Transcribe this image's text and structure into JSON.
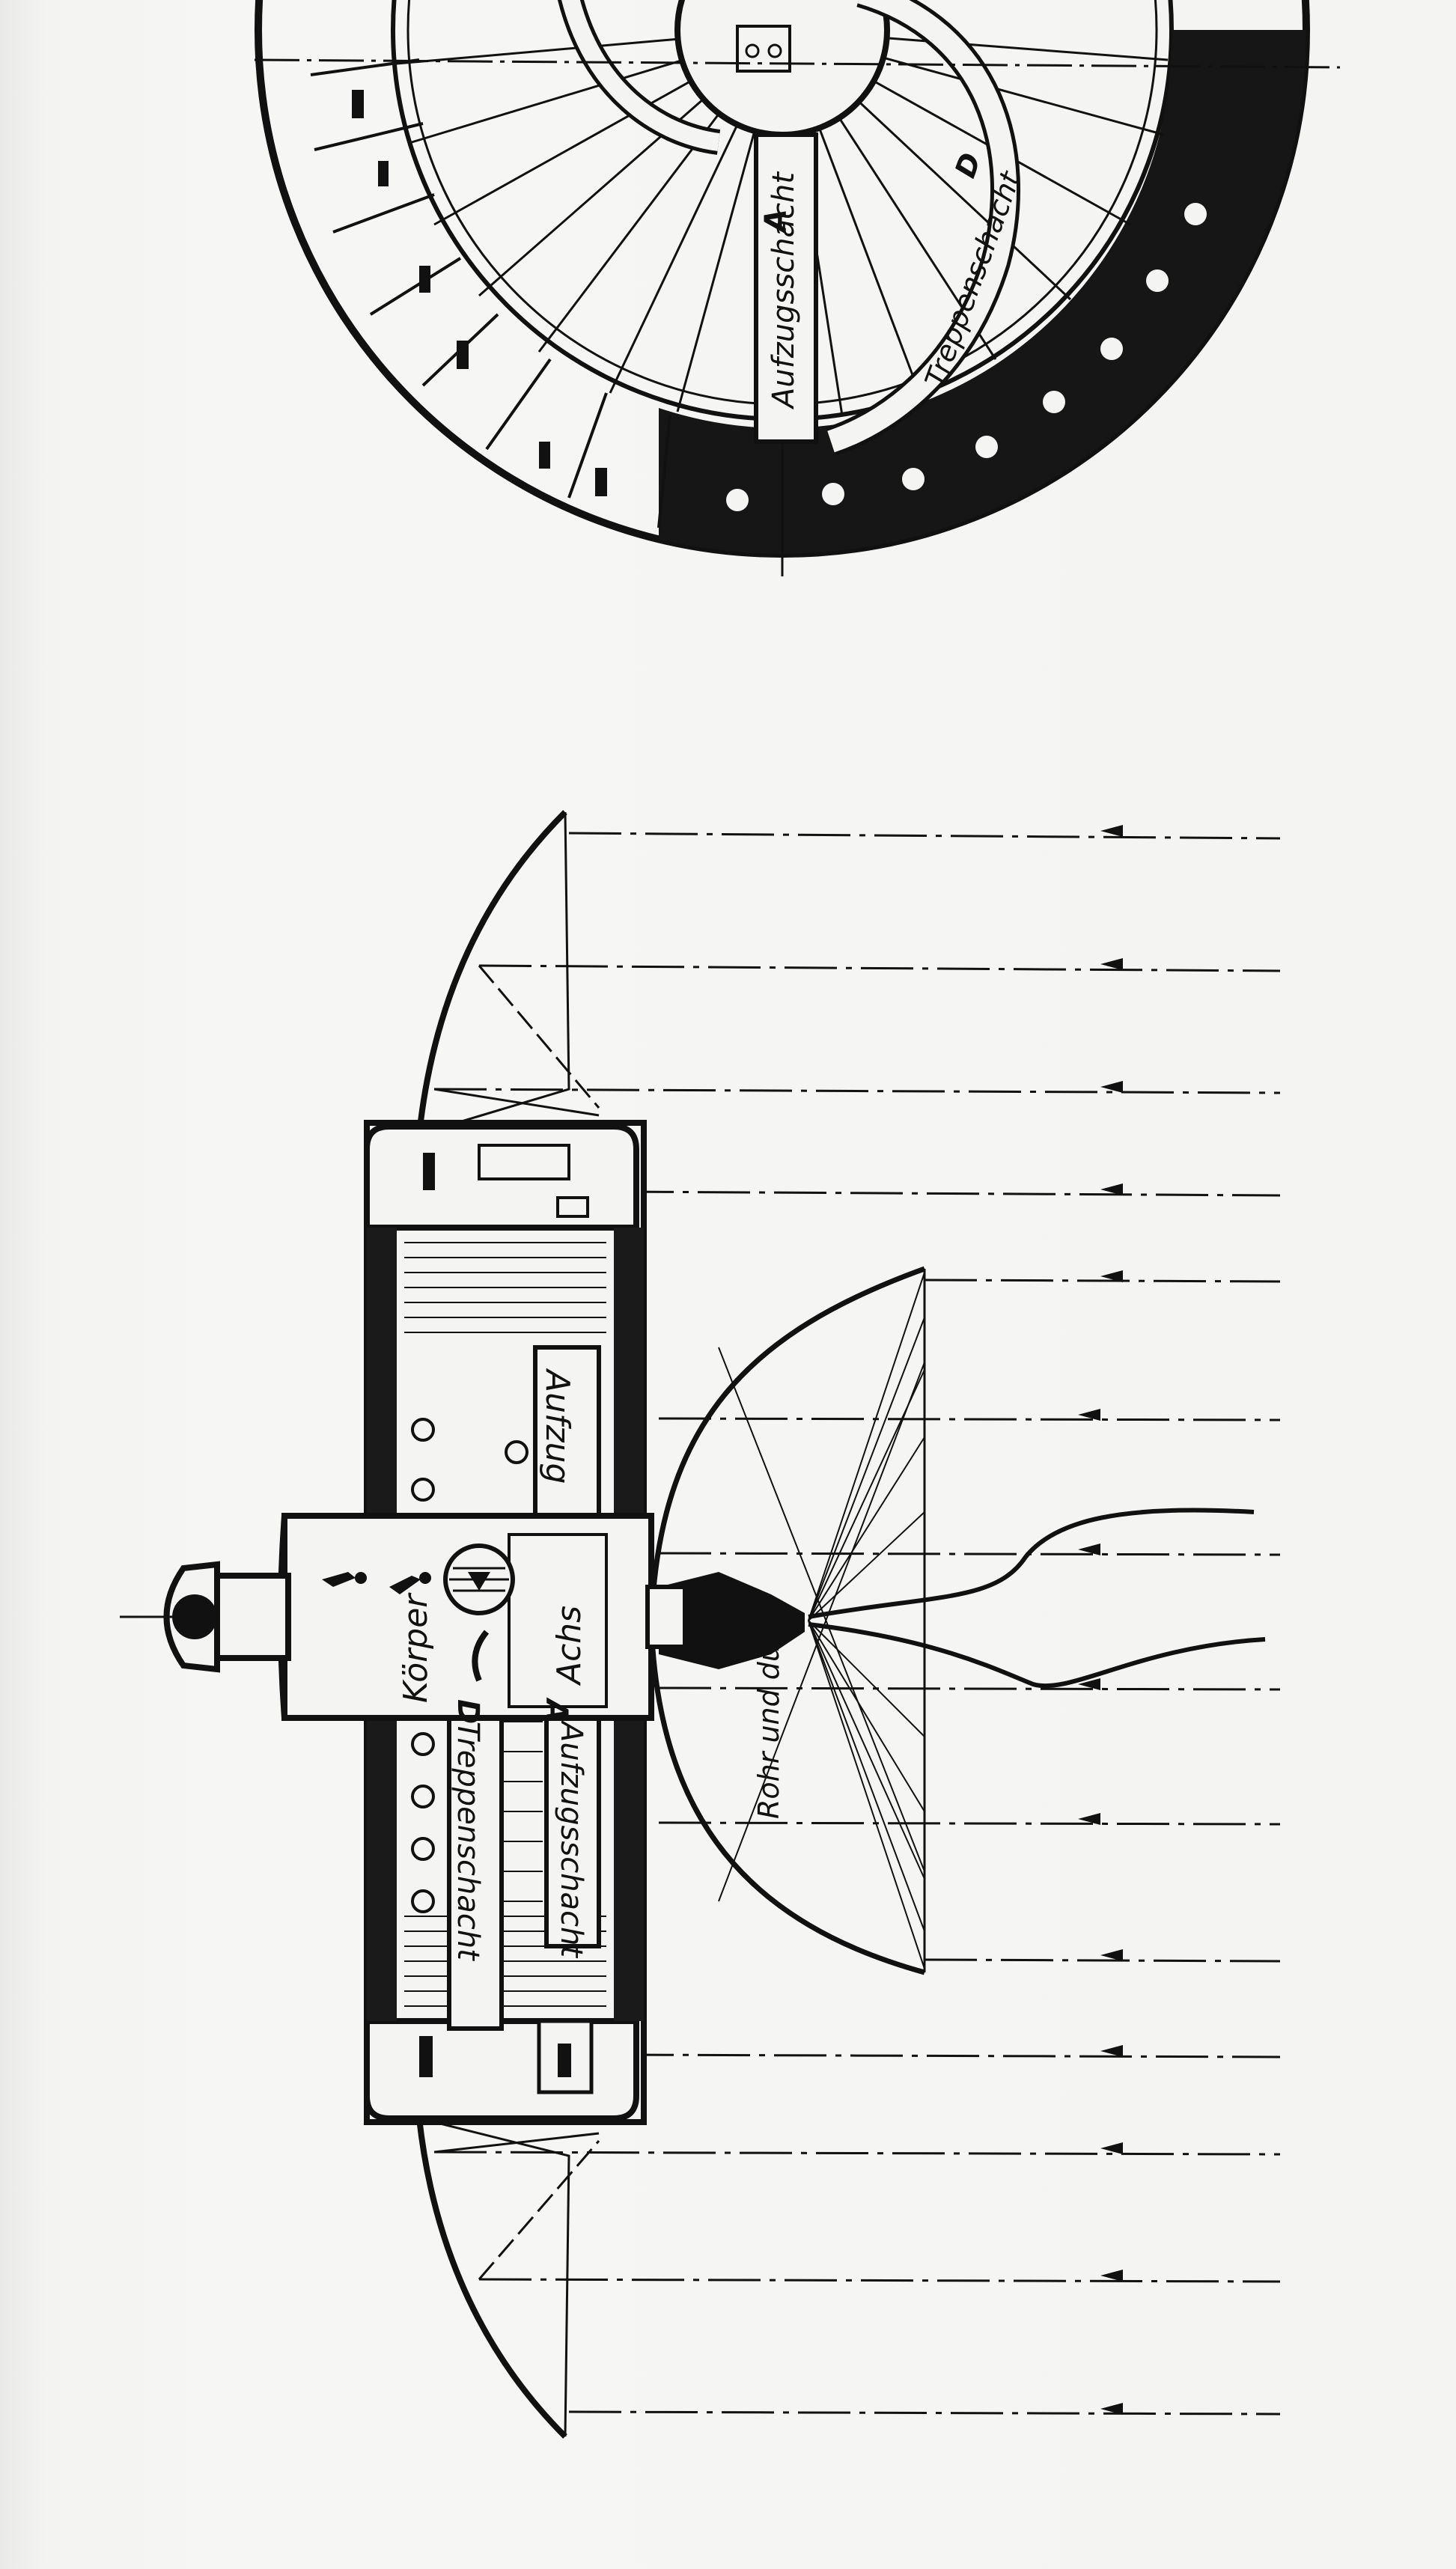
{
  "diagram": {
    "wheel_labels": {
      "elevator_shaft": "Aufzugsschacht",
      "stair_shaft": "Treppenschacht",
      "marker_a": "A",
      "marker_d": "D"
    },
    "station_labels": {
      "elevator": "Aufzug",
      "axis": "Achs",
      "body": "Körper",
      "elevator_shaft": "Aufzugsschacht",
      "stair_shaft": "Treppenschacht",
      "marker_a": "A",
      "marker_d": "D",
      "pipe": "Rohr und du"
    },
    "colors": {
      "ink": "#111111",
      "paper": "#f4f4f2"
    }
  }
}
